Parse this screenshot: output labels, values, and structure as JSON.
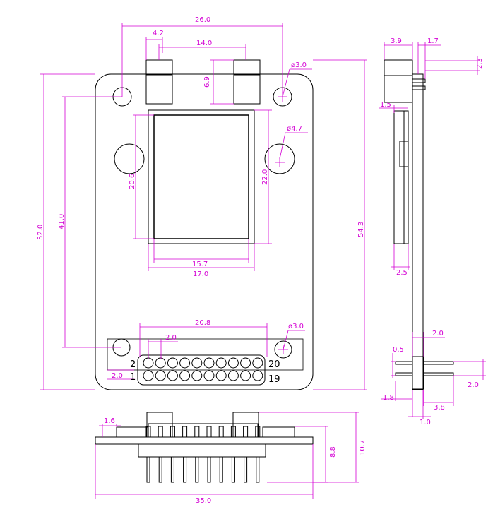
{
  "colors": {
    "outline": "#000000",
    "dimension": "#d400d4",
    "background": "#ffffff"
  },
  "dims": {
    "top_width": "26.0",
    "pitch_small": "4.2",
    "led_spacing": "14.0",
    "led_height": "6.9",
    "hole_top": "ø3.0",
    "hole_mid": "ø4.7",
    "screen_height": "20.6",
    "screen_height_outer": "22.0",
    "screen_w_inner": "15.7",
    "screen_w_outer": "17.0",
    "board_height": "52.0",
    "hole_span": "41.0",
    "overall_height": "54.3",
    "header_width": "20.8",
    "header_pitch": "2.0",
    "hole_bottom": "ø3.0",
    "header_row": "2.0",
    "side_w1": "3.9",
    "side_w2": "1.7",
    "side_w3": "2.3",
    "side_screen": "1.5",
    "side_screen_th": "2.5",
    "side_pin_pitch": "2.0",
    "side_pin_th": "0.5",
    "side_pin_pitch2": "2.0",
    "side_base": "1.8",
    "side_pin_len": "3.8",
    "side_board": "1.0",
    "bottom_small": "1.6",
    "bottom_h1": "8.8",
    "bottom_h2": "10.7",
    "bottom_width": "35.0"
  },
  "pins": {
    "p2": "2",
    "p1": "1",
    "p20": "20",
    "p19": "19"
  }
}
